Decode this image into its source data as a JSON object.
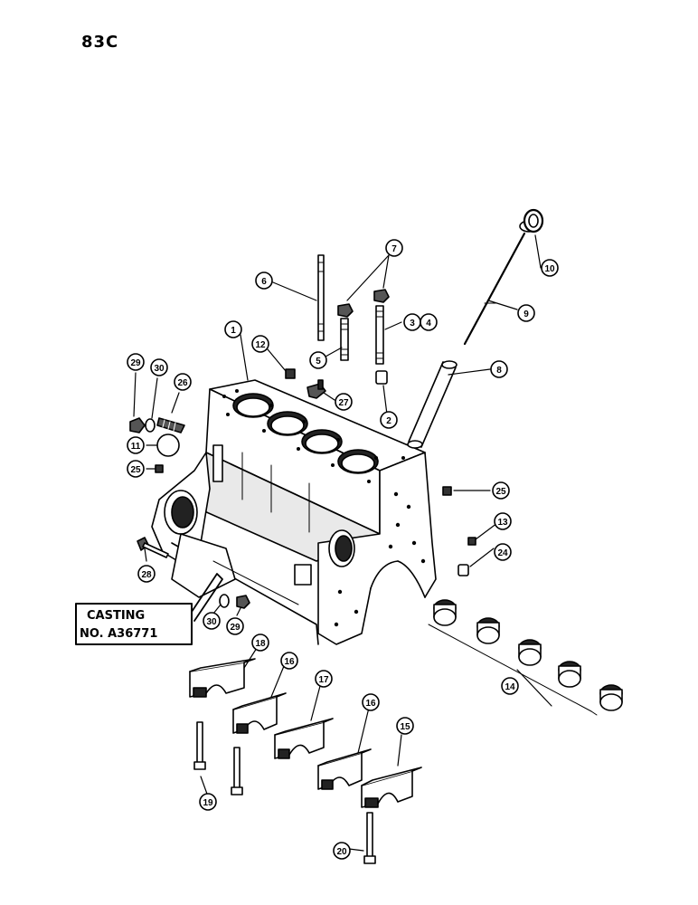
{
  "page_code": "83C",
  "casting_label": {
    "line1": "CASTING",
    "line2": "NO. A36771"
  },
  "callouts": {
    "c1": "1",
    "c2": "2",
    "c3": "3",
    "c4": "4",
    "c5": "5",
    "c6": "6",
    "c7": "7",
    "c8": "8",
    "c9": "9",
    "c10": "10",
    "c11": "11",
    "c12": "12",
    "c13": "13",
    "c14": "14",
    "c15": "15",
    "c16a": "16",
    "c16b": "16",
    "c17": "17",
    "c18": "18",
    "c19": "19",
    "c20": "20",
    "c24": "24",
    "c25a": "25",
    "c25b": "25",
    "c26": "26",
    "c27": "27",
    "c28": "28",
    "c29a": "29",
    "c29b": "29",
    "c30a": "30",
    "c30b": "30"
  },
  "colors": {
    "ink": "#000000",
    "paper": "#ffffff",
    "shade": "#d9d9d9"
  }
}
